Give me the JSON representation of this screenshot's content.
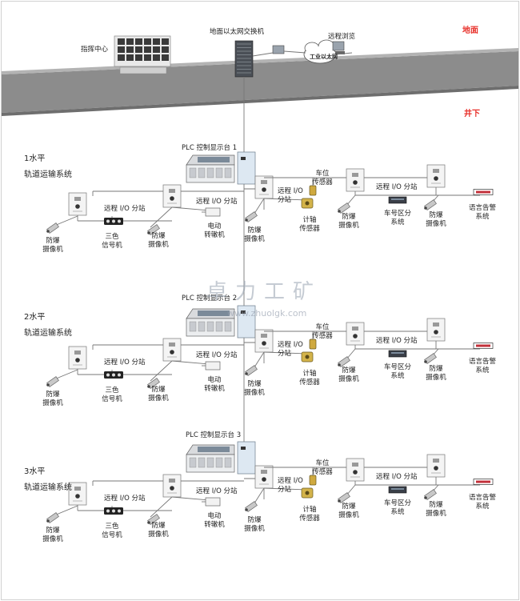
{
  "header": {
    "ground": "地面",
    "underground": "井下",
    "command_center": "指挥中心",
    "ethernet_switch": "地面以太网交换机",
    "remote_browse": "远程浏览",
    "cloud": "工业以太网"
  },
  "levels": [
    {
      "title": "1水平",
      "subtitle": "轨道运输系统",
      "plc": "PLC 控制显示台 1"
    },
    {
      "title": "2水平",
      "subtitle": "轨道运输系统",
      "plc": "PLC 控制显示台 2"
    },
    {
      "title": "3水平",
      "subtitle": "轨道运输系统",
      "plc": "PLC 控制显示台 3"
    }
  ],
  "labels": {
    "io_station": "远程 I/O 分站",
    "io_station_a": "远程 I/O",
    "io_station_b": "分站",
    "camera_a": "防爆",
    "camera_b": "摄像机",
    "signal_a": "三色",
    "signal_b": "信号机",
    "switch_a": "电动",
    "switch_b": "转辙机",
    "axle_a": "计轴",
    "axle_b": "传感器",
    "pos_a": "车位",
    "pos_b": "传感器",
    "zone_a": "车号区分",
    "zone_b": "系统",
    "alarm_a": "语言告警",
    "alarm_b": "系统"
  },
  "watermark": {
    "main": "卓力工矿",
    "url": "www.zhuolgk.com"
  },
  "colors": {
    "accent": "#e8322c",
    "road": "#8c8c8c",
    "line": "#777777"
  }
}
